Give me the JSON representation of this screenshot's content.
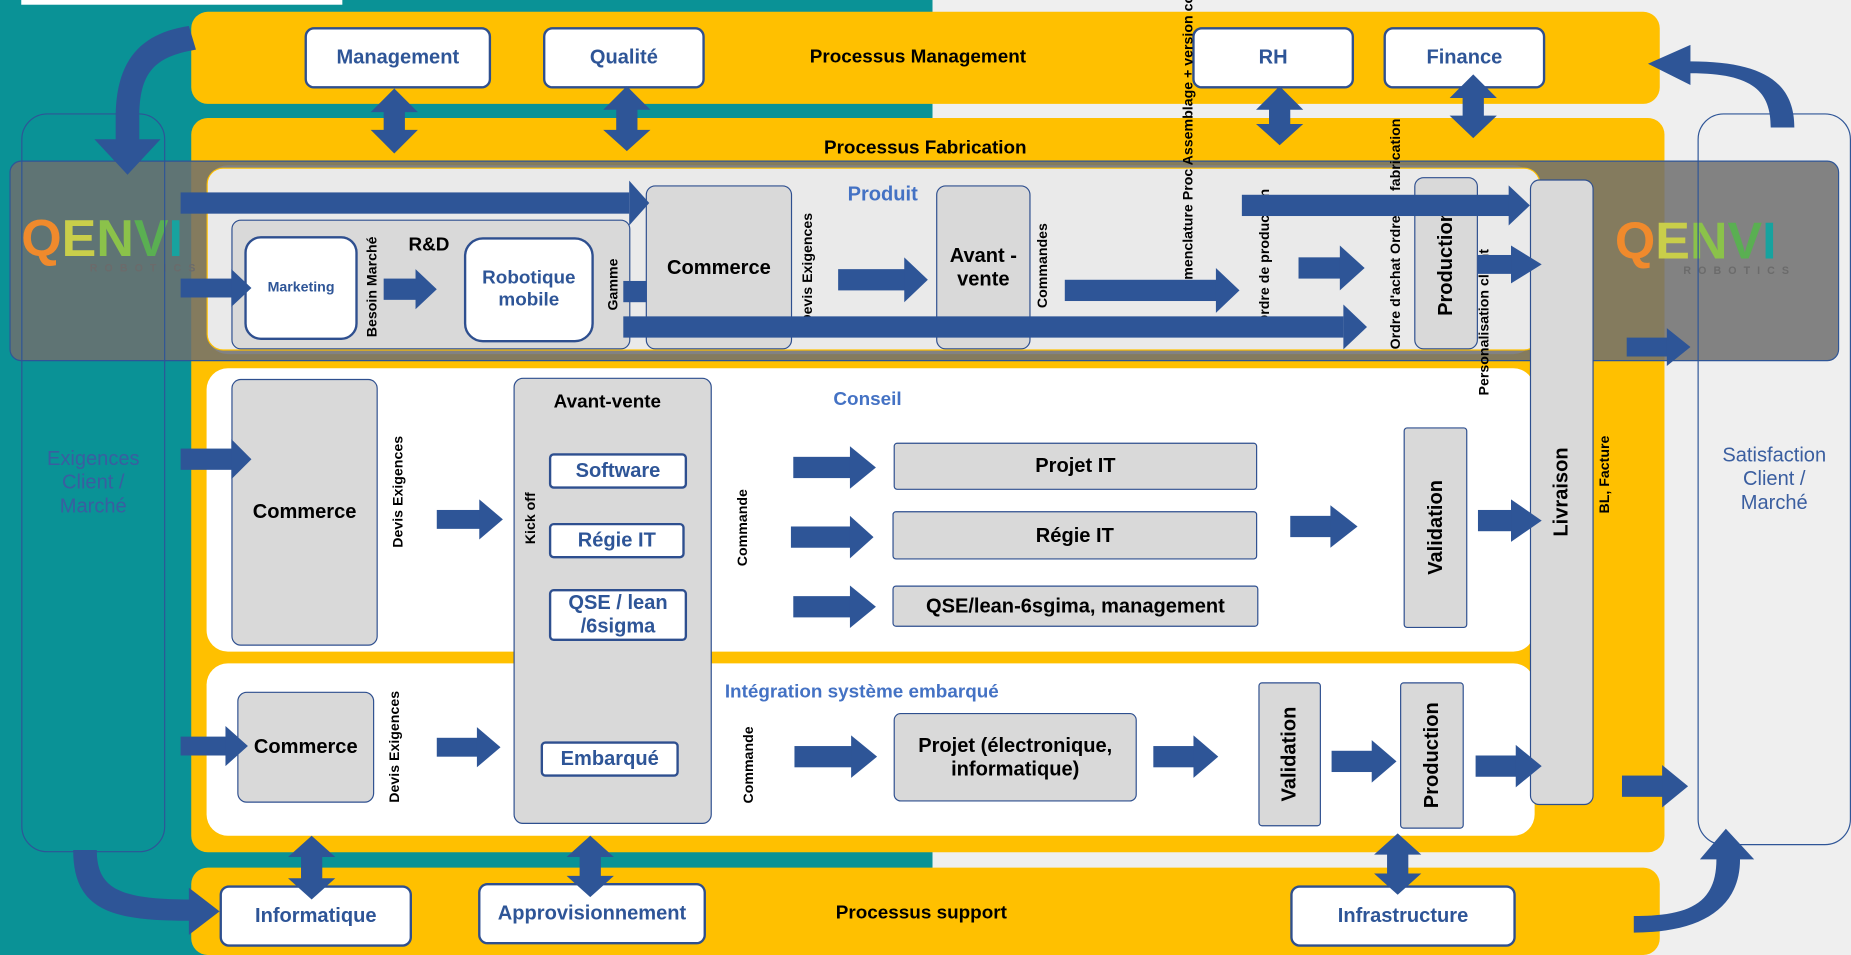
{
  "colors": {
    "teal": "#0a9296",
    "band": "#ffc000",
    "arrow": "#2e5597",
    "text_blue": "#4472c4"
  },
  "logo": {
    "name": "QENVI",
    "sub": "ROBOTICS"
  },
  "sides": {
    "left": "Exigences Client / Marché",
    "right": "Satisfaction Client / Marché"
  },
  "management": {
    "title": "Processus Management",
    "items": [
      "Management",
      "Qualité",
      "RH",
      "Finance"
    ]
  },
  "fabrication": {
    "title": "Processus Fabrication",
    "produit": "Produit",
    "marketing": "Marketing",
    "rd": "R&D",
    "robotique": "Robotique mobile",
    "commerce": "Commerce",
    "avant_vente": "Avant -vente",
    "production": "Production",
    "livraison": "Livraison",
    "v_besoin": "Besoin Marché",
    "v_gamme": "Gamme",
    "v_devis": "Devis Exigences",
    "v_commandes": "Commandes",
    "v_nomenclature": "Nomenclature Proc Assemblage + version code",
    "v_ordre_prod": "Ordre de production",
    "v_ordre_achat": "Ordre d'achat Ordre de fabrication",
    "v_perso": "Personalisation client",
    "v_bl": "BL, Facture"
  },
  "conseil": {
    "title": "Conseil",
    "commerce": "Commerce",
    "v_devis": "Devis Exigences",
    "avant_vente": "Avant-vente",
    "kickoff": "Kick off",
    "software": "Software",
    "regie": "Régie IT",
    "qse": "QSE / lean /6sigma",
    "v_commande": "Commande",
    "projet_it": "Projet IT",
    "regie_it": "Régie IT",
    "qse_mgmt": "QSE/lean-6sgima, management",
    "validation": "Validation"
  },
  "embarque": {
    "title": "Intégration système embarqué",
    "commerce": "Commerce",
    "v_devis": "Devis Exigences",
    "embarque": "Embarqué",
    "v_commande": "Commande",
    "projet": "Projet (électronique, informatique)",
    "validation": "Validation",
    "production": "Production"
  },
  "support": {
    "title": "Processus support",
    "items": [
      "Informatique",
      "Approvisionnement",
      "Infrastructure"
    ]
  }
}
